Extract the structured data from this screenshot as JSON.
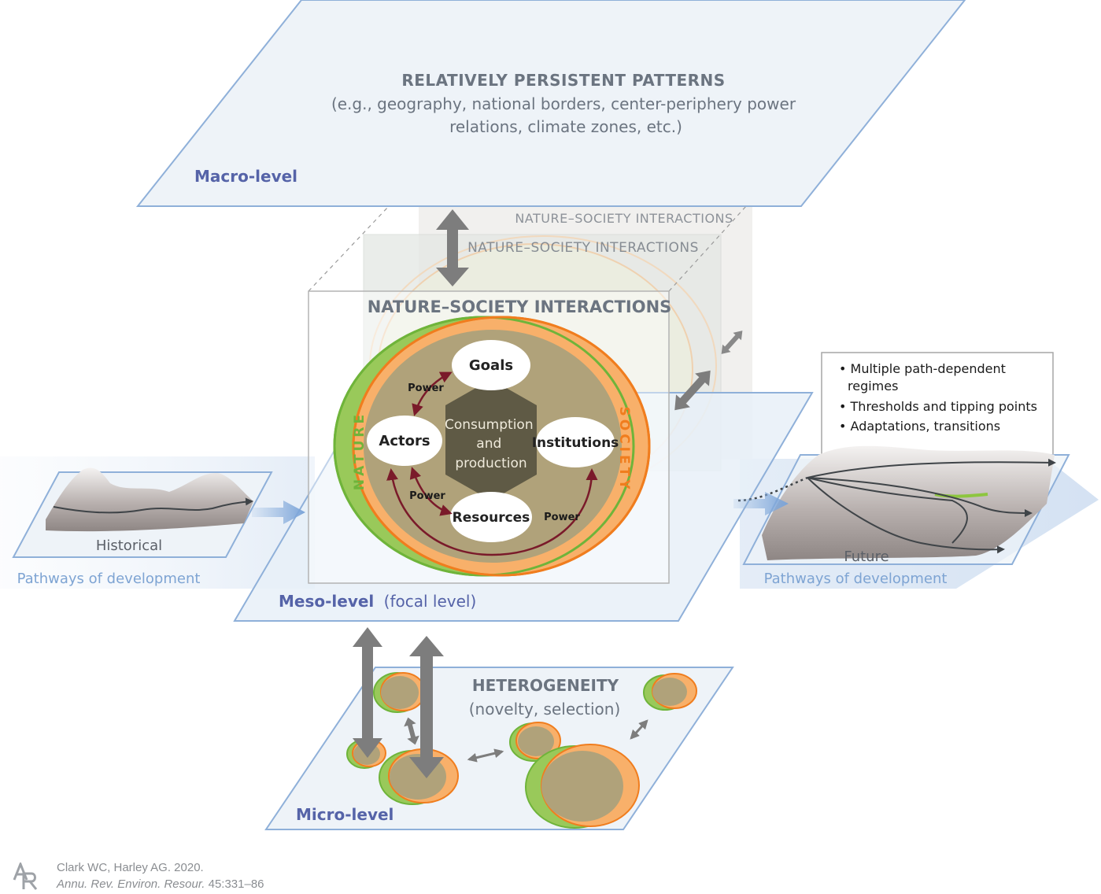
{
  "macro": {
    "title": "RELATIVELY PERSISTENT PATTERNS",
    "desc_line1": "(e.g., geography, national borders, center-periphery power",
    "desc_line2": "relations, climate zones, etc.)",
    "level_label": "Macro-level"
  },
  "interactions": {
    "back_label": "NATURE–SOCIETY INTERACTIONS",
    "mid_label": "NATURE–SOCIETY INTERACTIONS",
    "front_label": "NATURE–SOCIETY INTERACTIONS"
  },
  "core": {
    "nature_label": "NATURE",
    "society_label": "SOCIETY",
    "goals": "Goals",
    "actors": "Actors",
    "institutions": "Institutions",
    "resources": "Resources",
    "center_line1": "Consumption",
    "center_line2": "and",
    "center_line3": "production",
    "power_top": "Power",
    "power_bottom_left": "Power",
    "power_bottom_right": "Power"
  },
  "meso": {
    "level_label": "Meso-level",
    "level_suffix": "(focal level)"
  },
  "historical": {
    "label": "Historical",
    "pathways": "Pathways of development"
  },
  "future": {
    "label": "Future",
    "pathways": "Pathways of development",
    "bullet1_line1": "• Multiple path-dependent",
    "bullet1_line2": "regimes",
    "bullet2": "• Thresholds and tipping points",
    "bullet3": "• Adaptations, transitions"
  },
  "micro": {
    "title": "HETEROGENEITY",
    "subtitle": "(novelty, selection)",
    "level_label": "Micro-level"
  },
  "citation": {
    "ar_logo": "AR",
    "line1": "Clark WC, Harley AG. 2020.",
    "journal": "Annu. Rev. Environ. Resour.",
    "pages": " 45:331–86"
  },
  "colors": {
    "plane_fill": "#eef3f8",
    "plane_stroke": "#8fb0d9",
    "level_label": "#5563a8",
    "title_gray": "#6b7480",
    "nature_green": "#8dc63f",
    "society_orange": "#f7941d",
    "core_fill": "#b0a27a",
    "hexagon": "#5f5a45",
    "power_arrow": "#7a1a2a",
    "gray_arrow": "#7d7d7d",
    "pathway_blue": "#8fb3de"
  },
  "icons": {
    "scale_arrow": "double-headed-arrow-icon",
    "pathway_arrow": "right-arrow-icon",
    "logo": "annual-reviews-logo-icon"
  }
}
